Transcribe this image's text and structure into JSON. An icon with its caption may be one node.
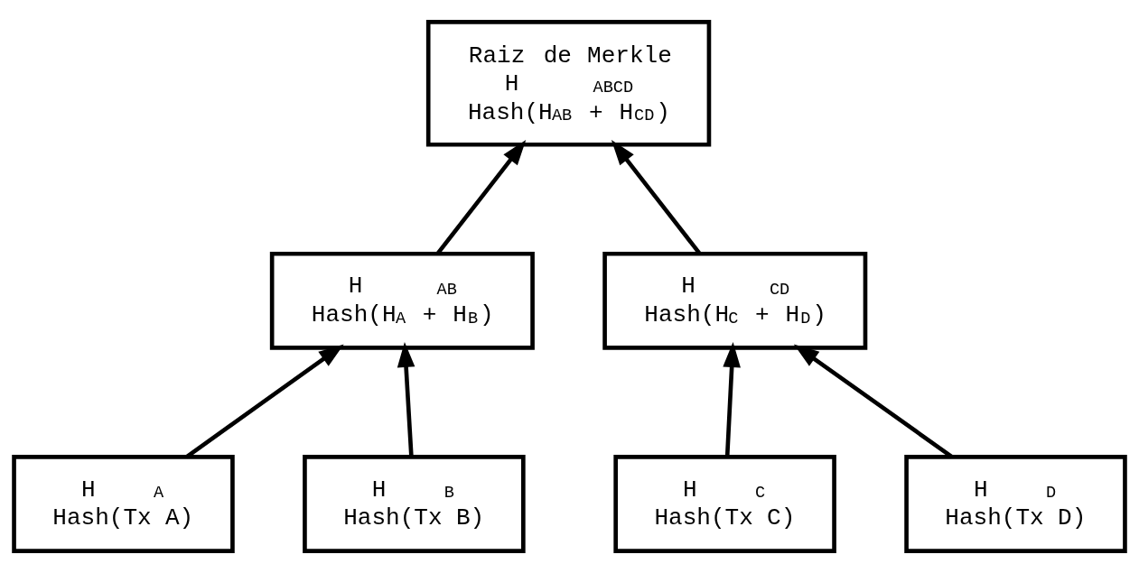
{
  "diagram": {
    "nodes": [
      {
        "text": [
          "Raiz de Merkle",
          "H$_{ABCD}$",
          "Hash(H$_{AB}$ + H$_{CD}$)"
        ]
      },
      {
        "text": [
          "H$_{AB}$",
          "Hash(H$_{A}$ + H$_{B}$)"
        ]
      },
      {
        "text": [
          "H$_{CD}$",
          "Hash(H$_{C}$ + H$_{D}$)"
        ]
      },
      {
        "text": [
          "H$_{A}$",
          "Hash(Tx A)"
        ]
      },
      {
        "text": [
          "H$_{B}$",
          "Hash(Tx B)"
        ]
      },
      {
        "text": [
          "H$_{C}$",
          "Hash(Tx C)"
        ]
      },
      {
        "text": [
          "H$_{D}$",
          "Hash(Tx D)"
        ]
      }
    ],
    "edges": [
      {
        "from": 1,
        "to": 0,
        "arrow": "to"
      },
      {
        "from": 2,
        "to": 0,
        "arrow": "to"
      },
      {
        "from": 3,
        "to": 1,
        "arrow": "to"
      },
      {
        "from": 4,
        "to": 1,
        "arrow": "to"
      },
      {
        "from": 5,
        "to": 2,
        "arrow": "to"
      },
      {
        "from": 6,
        "to": 2,
        "arrow": "to"
      }
    ]
  }
}
